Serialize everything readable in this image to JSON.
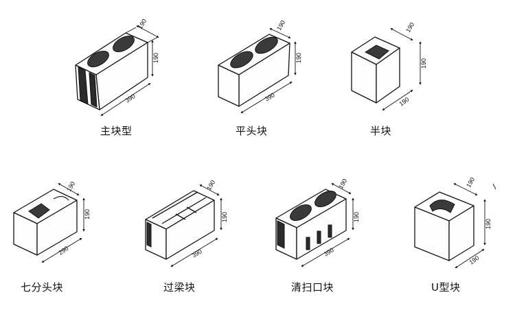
{
  "blocks": [
    {
      "caption": "主块型",
      "dims": [
        "190",
        "190",
        "390"
      ]
    },
    {
      "caption": "平头块",
      "dims": [
        "190",
        "190",
        "390"
      ]
    },
    {
      "caption": "半块",
      "dims": [
        "190",
        "190",
        "190"
      ]
    },
    {
      "caption": "七分头块",
      "dims": [
        "190",
        "190",
        "290"
      ]
    },
    {
      "caption": "过梁块",
      "dims": [
        "190",
        "190",
        "390"
      ]
    },
    {
      "caption": "清扫口块",
      "dims": [
        "190",
        "190",
        "390"
      ]
    },
    {
      "caption": "U型块",
      "dims": [
        "190",
        "190",
        "190"
      ]
    }
  ]
}
